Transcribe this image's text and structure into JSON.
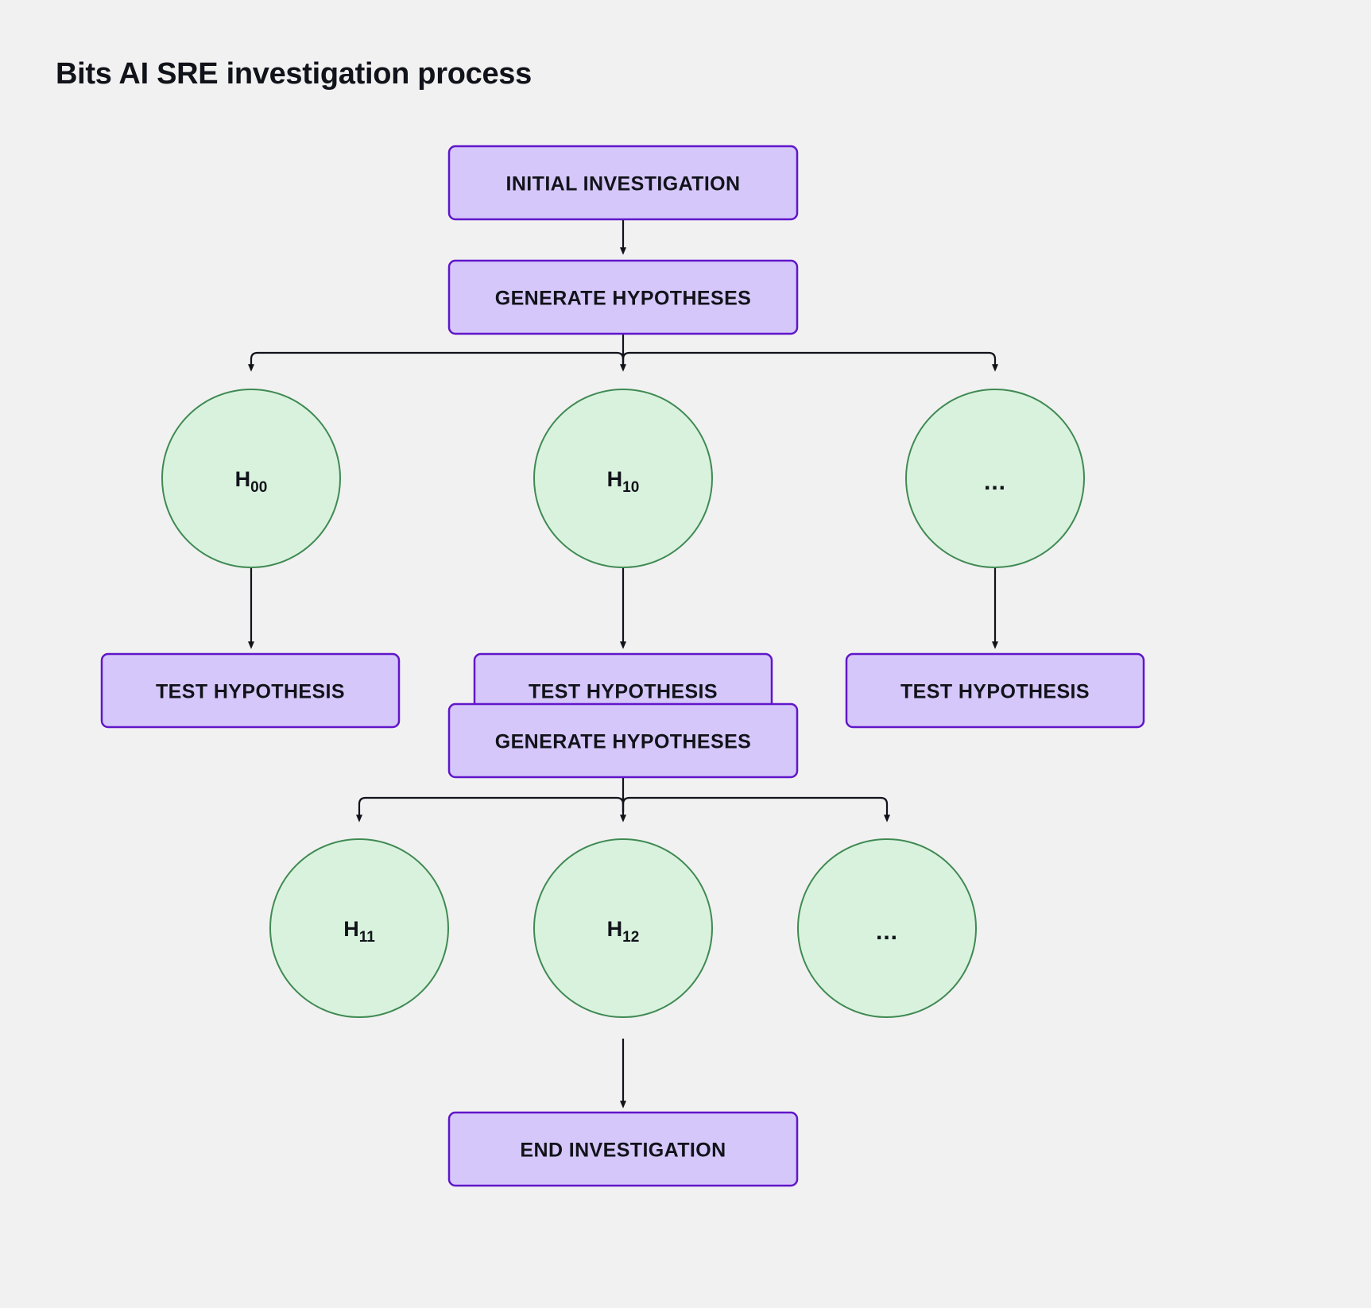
{
  "title": "Bits AI SRE investigation process",
  "colors": {
    "background": "#f1f1f1",
    "box_fill": "#d6c7fa",
    "box_stroke": "#6016c9",
    "circle_fill": "#d9f2de",
    "circle_stroke": "#3f8a52",
    "text": "#11131a",
    "edge": "#11131a"
  },
  "nodes": {
    "initial_investigation": {
      "label": "INITIAL INVESTIGATION",
      "shape": "rounded-rect"
    },
    "generate_hypotheses_1": {
      "label": "GENERATE HYPOTHESES",
      "shape": "rounded-rect"
    },
    "hypothesis_h00": {
      "label": "H",
      "subscript": "00",
      "shape": "circle"
    },
    "hypothesis_h10": {
      "label": "H",
      "subscript": "10",
      "shape": "circle"
    },
    "hypothesis_more_1": {
      "label": "...",
      "shape": "circle"
    },
    "test_hypothesis_1": {
      "label": "TEST HYPOTHESIS",
      "shape": "rounded-rect"
    },
    "test_hypothesis_2": {
      "label": "TEST HYPOTHESIS",
      "shape": "rounded-rect"
    },
    "test_hypothesis_3": {
      "label": "TEST HYPOTHESIS",
      "shape": "rounded-rect"
    },
    "generate_hypotheses_2": {
      "label": "GENERATE HYPOTHESES",
      "shape": "rounded-rect"
    },
    "hypothesis_h11": {
      "label": "H",
      "subscript": "11",
      "shape": "circle"
    },
    "hypothesis_h12": {
      "label": "H",
      "subscript": "12",
      "shape": "circle"
    },
    "hypothesis_more_2": {
      "label": "...",
      "shape": "circle"
    },
    "end_investigation": {
      "label": "END INVESTIGATION",
      "shape": "rounded-rect"
    }
  },
  "edges": [
    {
      "from": "initial_investigation",
      "to": "generate_hypotheses_1"
    },
    {
      "from": "generate_hypotheses_1",
      "to": "hypothesis_h00"
    },
    {
      "from": "generate_hypotheses_1",
      "to": "hypothesis_h10"
    },
    {
      "from": "generate_hypotheses_1",
      "to": "hypothesis_more_1"
    },
    {
      "from": "hypothesis_h00",
      "to": "test_hypothesis_1"
    },
    {
      "from": "hypothesis_h10",
      "to": "test_hypothesis_2"
    },
    {
      "from": "hypothesis_more_1",
      "to": "test_hypothesis_3"
    },
    {
      "from": "test_hypothesis_2",
      "to": "generate_hypotheses_2"
    },
    {
      "from": "generate_hypotheses_2",
      "to": "hypothesis_h11"
    },
    {
      "from": "generate_hypotheses_2",
      "to": "hypothesis_h12"
    },
    {
      "from": "generate_hypotheses_2",
      "to": "hypothesis_more_2"
    },
    {
      "from": "hypothesis_h12",
      "to": "end_investigation"
    }
  ]
}
